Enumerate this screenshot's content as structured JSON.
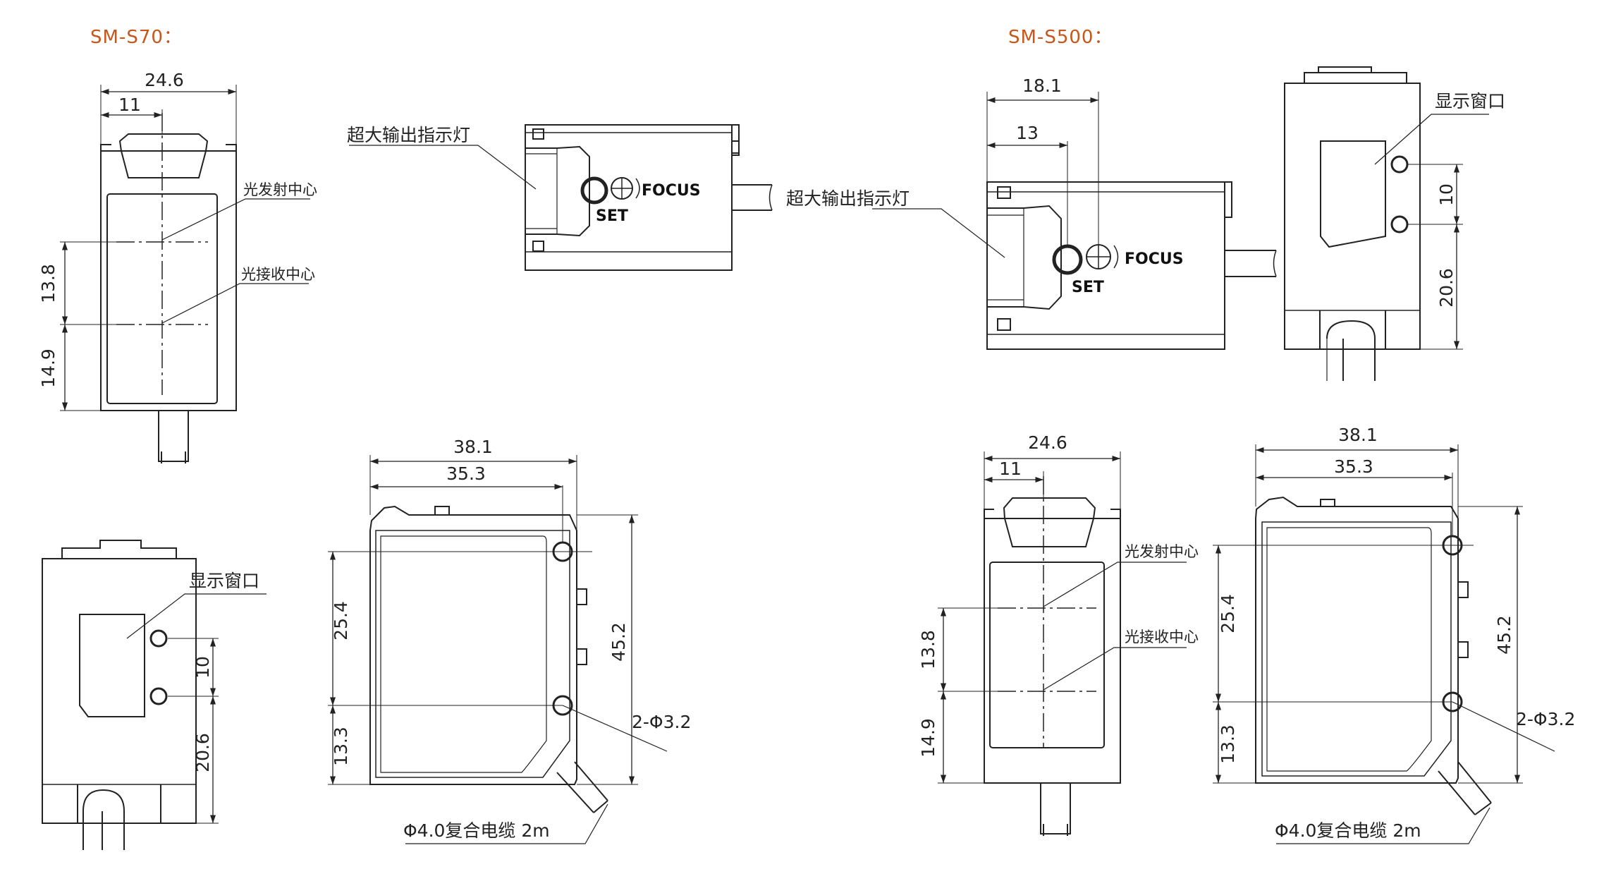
{
  "titles": {
    "s70": "SM-S70：",
    "s500": "SM-S500："
  },
  "labels": {
    "indicator": "超大输出指示灯",
    "emit_center": "光发射中心",
    "recv_center": "光接收中心",
    "display_window": "显示窗口",
    "focus": "FOCUS",
    "set": "SET",
    "hole": "2-Φ3.2",
    "cable": "Φ4.0复合电缆 2m"
  },
  "dims": {
    "d24_6": "24.6",
    "d11": "11",
    "d13_8": "13.8",
    "d14_9": "14.9",
    "d10": "10",
    "d20_6": "20.6",
    "d38_1": "38.1",
    "d35_3": "35.3",
    "d25_4": "25.4",
    "d45_2": "45.2",
    "d13_3": "13.3",
    "d18_1": "18.1",
    "d13": "13"
  }
}
